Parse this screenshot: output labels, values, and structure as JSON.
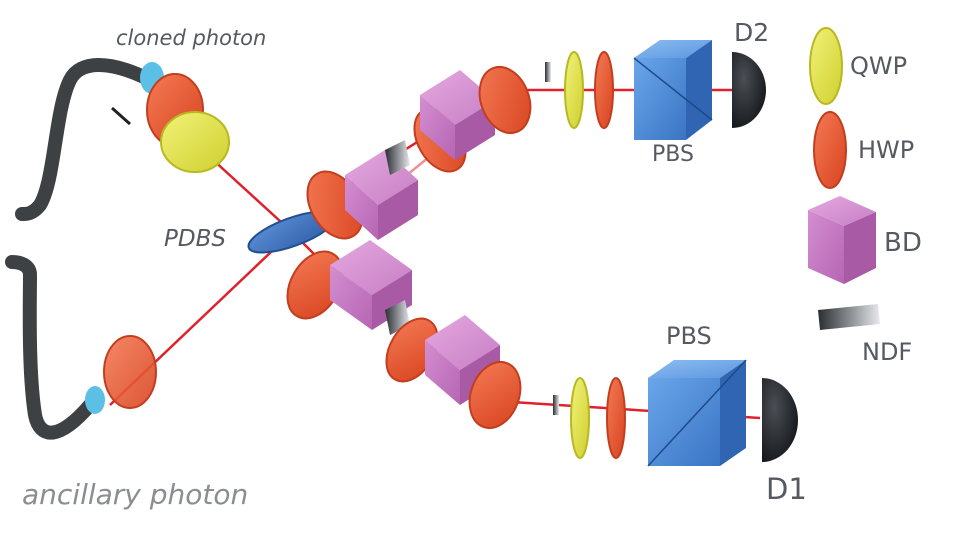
{
  "labels": {
    "cloned_photon": "cloned photon",
    "ancillary_photon": "ancillary photon",
    "pdbs": "PDBS",
    "d2": "D2",
    "d1": "D1",
    "pbs_top": "PBS",
    "pbs_bottom": "PBS"
  },
  "legend": {
    "qwp": "QWP",
    "hwp": "HWP",
    "bd": "BD",
    "ndf": "NDF"
  },
  "colors": {
    "beam": "#e0202a",
    "hwp": "#ee5b3a",
    "qwp": "#e6e64a",
    "bd": "#cc77c8",
    "pbs": "#4e8fdc",
    "pdbs": "#3b6fbf",
    "detector": "#1e2226",
    "fiber": "#3d4144",
    "lens": "#5cc0e6"
  }
}
